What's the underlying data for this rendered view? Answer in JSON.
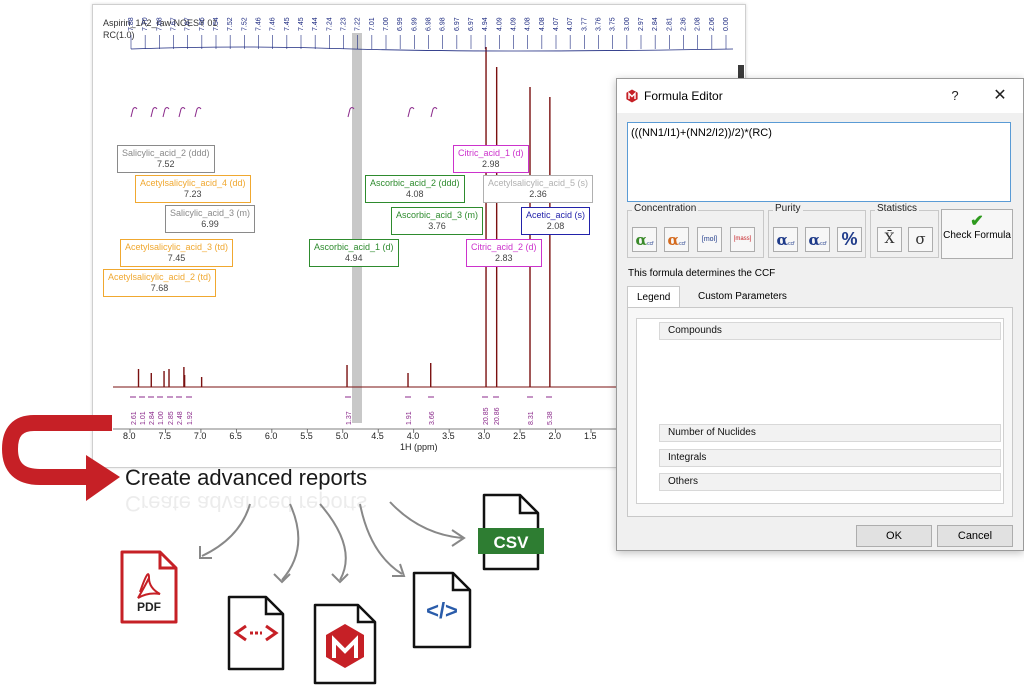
{
  "spectrum": {
    "title_line1": "Aspirin_1A2_raw NOESY 01",
    "title_line2": "RC(1.0)",
    "top_shifts": [
      "7.88",
      "7.70",
      "7.68",
      "7.67",
      "7.67",
      "7.56",
      "7.54",
      "7.52",
      "7.52",
      "7.46",
      "7.46",
      "7.45",
      "7.45",
      "7.44",
      "7.24",
      "7.23",
      "7.22",
      "7.01",
      "7.00",
      "6.99",
      "6.99",
      "6.98",
      "6.98",
      "6.97",
      "6.97",
      "4.94",
      "4.09",
      "4.09",
      "4.08",
      "4.08",
      "4.07",
      "4.07",
      "3.77",
      "3.76",
      "3.75",
      "3.00",
      "2.97",
      "2.84",
      "2.81",
      "2.36",
      "2.08",
      "2.06",
      "0.00"
    ],
    "peak_labels": [
      {
        "name": "Salicylic_acid_2 (ddd)",
        "value": "7.52",
        "color": "#8a8a8a"
      },
      {
        "name": "Acetylsalicylic_acid_4 (dd)",
        "value": "7.23",
        "color": "#f0a830"
      },
      {
        "name": "Salicylic_acid_3 (m)",
        "value": "6.99",
        "color": "#8a8a8a"
      },
      {
        "name": "Acetylsalicylic_acid_3 (td)",
        "value": "7.45",
        "color": "#f0a830"
      },
      {
        "name": "Acetylsalicylic_acid_2 (td)",
        "value": "7.68",
        "color": "#f0a830"
      },
      {
        "name": "Ascorbic_acid_2 (ddd)",
        "value": "4.08",
        "color": "#2e8b2e"
      },
      {
        "name": "Ascorbic_acid_3 (m)",
        "value": "3.76",
        "color": "#2e8b2e"
      },
      {
        "name": "Ascorbic_acid_1 (d)",
        "value": "4.94",
        "color": "#2e8b2e"
      },
      {
        "name": "Citric_acid_1 (d)",
        "value": "2.98",
        "color": "#cc33cc"
      },
      {
        "name": "Acetylsalicylic_acid_5 (s)",
        "value": "2.36",
        "color": "#b0b0b0"
      },
      {
        "name": "Acetic_acid (s)",
        "value": "2.08",
        "color": "#2222aa"
      },
      {
        "name": "Citric_acid_2 (d)",
        "value": "2.83",
        "color": "#cc33cc"
      }
    ],
    "integrals": [
      "2.61",
      "1.01",
      "2.84",
      "1.00",
      "2.85",
      "2.48",
      "1.92",
      "1.37",
      "1.91",
      "3.66",
      "20.85",
      "20.86",
      "8.31",
      "5.38"
    ],
    "axis_ticks": [
      "8.0",
      "7.5",
      "7.0",
      "6.5",
      "6.0",
      "5.5",
      "5.0",
      "4.5",
      "4.0",
      "3.5",
      "3.0",
      "2.5",
      "2.0",
      "1.5"
    ],
    "axis_title": "1H (ppm)"
  },
  "dialog": {
    "title": "Formula Editor",
    "help_label": "?",
    "close_label": "✕",
    "formula_value": "(((NN1/I1)+(NN2/I2))/2)*(RC)",
    "groups": {
      "concentration": "Concentration",
      "purity": "Purity",
      "statistics": "Statistics"
    },
    "tools": {
      "alpha": "α",
      "sub_ccf": "ccf",
      "mol": "[mol]",
      "mass": "[mass]",
      "percent": "%",
      "xbar": "X̄",
      "sigma": "σ"
    },
    "check_formula": "Check Formula",
    "caption": "This formula determines the CCF",
    "tabs": [
      "Legend",
      "Custom Parameters"
    ],
    "legend_rows": [
      "Compounds",
      "Number of Nuclides",
      "Integrals",
      "Others"
    ],
    "ok_label": "OK",
    "cancel_label": "Cancel"
  },
  "reports": {
    "text": "Create advanced reports",
    "formats": [
      "PDF",
      "CSV"
    ],
    "code_glyph": "</>"
  },
  "colors": {
    "spectrum_line": "#7a1010",
    "integral": "#8b2a8b",
    "accent_red": "#c62026",
    "csv_green": "#2e7d32",
    "code_blue": "#2a5caa"
  },
  "icons": [
    "red-curved-arrow-icon",
    "pdf-file-icon",
    "html-file-icon",
    "mestrelab-file-icon",
    "xml-file-icon",
    "csv-file-icon",
    "check-icon"
  ]
}
